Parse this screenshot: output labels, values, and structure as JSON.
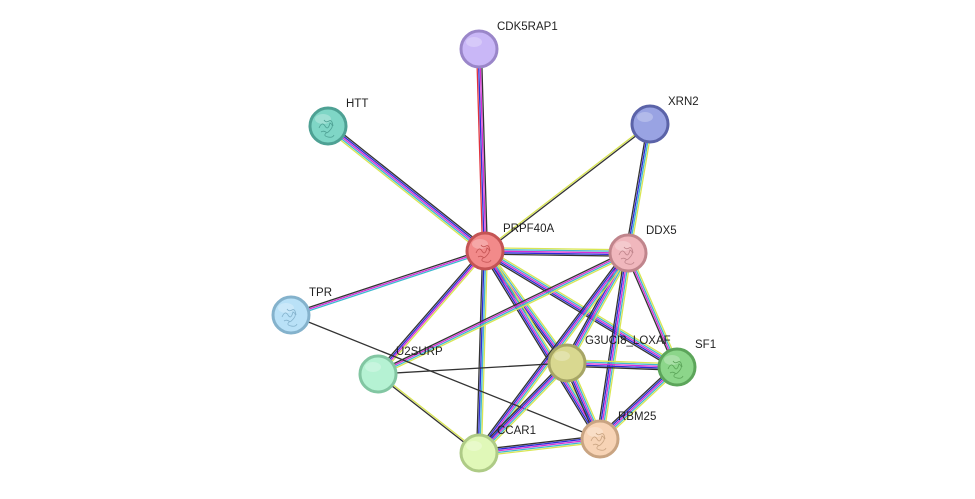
{
  "network": {
    "nodes": [
      {
        "id": "CDK5RAP1",
        "label": "CDK5RAP1",
        "fill": "#c9b7f7",
        "stroke": "#9a86c9",
        "glyph": "none"
      },
      {
        "id": "HTT",
        "label": "HTT",
        "fill": "#7fd6c6",
        "stroke": "#4ea194",
        "glyph": "structure-icon"
      },
      {
        "id": "XRN2",
        "label": "XRN2",
        "fill": "#99a3e3",
        "stroke": "#5b63a8",
        "glyph": "none"
      },
      {
        "id": "PRPF40A",
        "label": "PRPF40A",
        "fill": "#f28a8a",
        "stroke": "#c45454",
        "glyph": "structure-icon"
      },
      {
        "id": "DDX5",
        "label": "DDX5",
        "fill": "#f0b7bd",
        "stroke": "#c0858c",
        "glyph": "structure-icon"
      },
      {
        "id": "TPR",
        "label": "TPR",
        "fill": "#b9e1f7",
        "stroke": "#84b2cc",
        "glyph": "structure-icon"
      },
      {
        "id": "U2SURP",
        "label": "U2SURP",
        "fill": "#b5f2d3",
        "stroke": "#82c6a2",
        "glyph": "none"
      },
      {
        "id": "G3UCI8_LOXAF",
        "label": "G3UCI8_LOXAF",
        "fill": "#d9d890",
        "stroke": "#a6a565",
        "glyph": "none"
      },
      {
        "id": "SF1",
        "label": "SF1",
        "fill": "#8cd68a",
        "stroke": "#5ca55a",
        "glyph": "structure-icon"
      },
      {
        "id": "RBM25",
        "label": "RBM25",
        "fill": "#f7d3b5",
        "stroke": "#c9a482",
        "glyph": "structure-icon"
      },
      {
        "id": "CCAR1",
        "label": "CCAR1",
        "fill": "#e0f8b8",
        "stroke": "#aecb86",
        "glyph": "none"
      }
    ],
    "edges": [
      {
        "source": "PRPF40A",
        "target": "CDK5RAP1",
        "evidence": [
          "#e0323e",
          "#2b2bd6",
          "#d62fd6",
          "#333333"
        ]
      },
      {
        "source": "PRPF40A",
        "target": "HTT",
        "evidence": [
          "#d9e653",
          "#3fb8d0",
          "#d62fd6",
          "#2b2bd6",
          "#333333"
        ]
      },
      {
        "source": "PRPF40A",
        "target": "XRN2",
        "evidence": [
          "#d9e653",
          "#333333"
        ]
      },
      {
        "source": "PRPF40A",
        "target": "DDX5",
        "evidence": [
          "#d9e653",
          "#3fb8d0",
          "#d62fd6",
          "#2b2bd6",
          "#333333"
        ]
      },
      {
        "source": "PRPF40A",
        "target": "TPR",
        "evidence": [
          "#3fb8d0",
          "#d62fd6",
          "#333333"
        ]
      },
      {
        "source": "PRPF40A",
        "target": "U2SURP",
        "evidence": [
          "#d9e653",
          "#d62fd6",
          "#2b2bd6",
          "#333333"
        ]
      },
      {
        "source": "PRPF40A",
        "target": "G3UCI8_LOXAF",
        "evidence": [
          "#d9e653",
          "#3fb8d0",
          "#d62fd6",
          "#2b2bd6",
          "#333333"
        ]
      },
      {
        "source": "PRPF40A",
        "target": "SF1",
        "evidence": [
          "#d9e653",
          "#3fb8d0",
          "#d62fd6",
          "#2b2bd6",
          "#333333"
        ]
      },
      {
        "source": "PRPF40A",
        "target": "RBM25",
        "evidence": [
          "#d9e653",
          "#3fb8d0",
          "#d62fd6",
          "#2b2bd6",
          "#333333"
        ]
      },
      {
        "source": "PRPF40A",
        "target": "CCAR1",
        "evidence": [
          "#d9e653",
          "#3fb8d0",
          "#2b2bd6",
          "#333333"
        ]
      },
      {
        "source": "XRN2",
        "target": "DDX5",
        "evidence": [
          "#d9e653",
          "#3fb8d0",
          "#2b2bd6",
          "#333333"
        ]
      },
      {
        "source": "DDX5",
        "target": "U2SURP",
        "evidence": [
          "#d9e653",
          "#3fb8d0",
          "#d62fd6",
          "#333333"
        ]
      },
      {
        "source": "DDX5",
        "target": "G3UCI8_LOXAF",
        "evidence": [
          "#d9e653",
          "#3fb8d0",
          "#d62fd6",
          "#2b2bd6",
          "#333333"
        ]
      },
      {
        "source": "DDX5",
        "target": "SF1",
        "evidence": [
          "#d9e653",
          "#3fb8d0",
          "#d62fd6",
          "#333333"
        ]
      },
      {
        "source": "DDX5",
        "target": "RBM25",
        "evidence": [
          "#d9e653",
          "#3fb8d0",
          "#d62fd6",
          "#2b2bd6",
          "#333333"
        ]
      },
      {
        "source": "DDX5",
        "target": "CCAR1",
        "evidence": [
          "#d9e653",
          "#3fb8d0",
          "#d62fd6",
          "#2b2bd6",
          "#333333"
        ]
      },
      {
        "source": "TPR",
        "target": "RBM25",
        "evidence": [
          "#333333"
        ]
      },
      {
        "source": "U2SURP",
        "target": "G3UCI8_LOXAF",
        "evidence": [
          "#333333"
        ]
      },
      {
        "source": "U2SURP",
        "target": "CCAR1",
        "evidence": [
          "#d9e653",
          "#333333"
        ]
      },
      {
        "source": "G3UCI8_LOXAF",
        "target": "SF1",
        "evidence": [
          "#d9e653",
          "#3fb8d0",
          "#d62fd6",
          "#2b2bd6",
          "#333333"
        ]
      },
      {
        "source": "G3UCI8_LOXAF",
        "target": "RBM25",
        "evidence": [
          "#d9e653",
          "#3fb8d0",
          "#d62fd6",
          "#2b2bd6",
          "#333333"
        ]
      },
      {
        "source": "G3UCI8_LOXAF",
        "target": "CCAR1",
        "evidence": [
          "#d9e653",
          "#3fb8d0",
          "#d62fd6",
          "#2b2bd6",
          "#333333"
        ]
      },
      {
        "source": "SF1",
        "target": "RBM25",
        "evidence": [
          "#d9e653",
          "#3fb8d0",
          "#d62fd6",
          "#2b2bd6",
          "#333333"
        ]
      },
      {
        "source": "RBM25",
        "target": "CCAR1",
        "evidence": [
          "#d9e653",
          "#3fb8d0",
          "#d62fd6",
          "#2b2bd6",
          "#333333"
        ]
      }
    ]
  }
}
